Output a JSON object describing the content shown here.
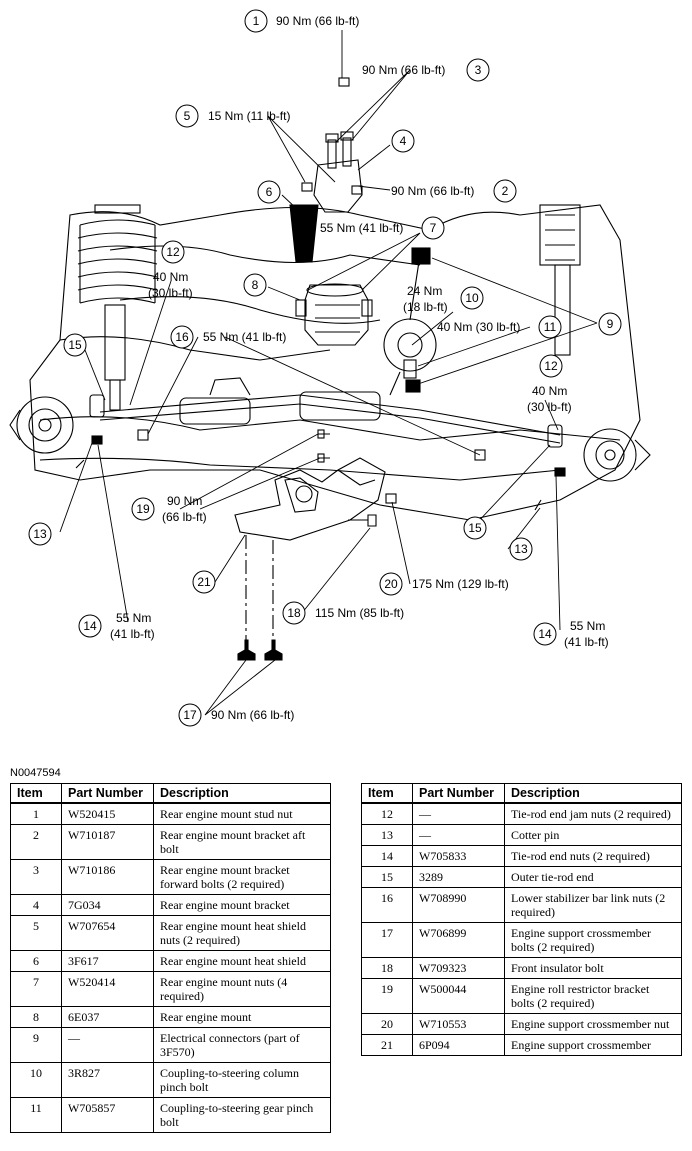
{
  "figure_id": "N0047594",
  "callouts": [
    {
      "num": "1",
      "text": "90 Nm (66 lb-ft)"
    },
    {
      "num": "3",
      "text": "90 Nm (66 lb-ft)"
    },
    {
      "num": "5",
      "text": "15 Nm (11 lb-ft)"
    },
    {
      "num": "4",
      "text": ""
    },
    {
      "num": "6",
      "text": ""
    },
    {
      "num": "2",
      "text": "90 Nm (66 lb-ft)"
    },
    {
      "num": "7",
      "text": "55 Nm (41 lb-ft)"
    },
    {
      "num": "12",
      "text": "40 Nm",
      "text2": "(30 lb-ft)"
    },
    {
      "num": "8",
      "text": ""
    },
    {
      "num": "10",
      "text": "24 Nm",
      "text2": "(18 lb-ft)"
    },
    {
      "num": "9",
      "text": ""
    },
    {
      "num": "16",
      "text": "55 Nm (41 lb-ft)"
    },
    {
      "num": "11",
      "text": "40 Nm (30 lb-ft)"
    },
    {
      "num": "15",
      "text": ""
    },
    {
      "num": "12b",
      "label": "12",
      "text": "40 Nm",
      "text2": "(30 lb-ft)"
    },
    {
      "num": "19",
      "text": "90 Nm",
      "text2": "(66 lb-ft)"
    },
    {
      "num": "13",
      "text": ""
    },
    {
      "num": "15b",
      "label": "15",
      "text": ""
    },
    {
      "num": "13b",
      "label": "13",
      "text": ""
    },
    {
      "num": "21",
      "text": ""
    },
    {
      "num": "20",
      "text": "175 Nm (129 lb-ft)"
    },
    {
      "num": "18",
      "text": "115 Nm (85 lb-ft)"
    },
    {
      "num": "14",
      "text": "55 Nm",
      "text2": "(41 lb-ft)"
    },
    {
      "num": "14b",
      "label": "14",
      "text": "55 Nm",
      "text2": "(41 lb-ft)"
    },
    {
      "num": "17",
      "text": "90 Nm (66 lb-ft)"
    }
  ],
  "table": {
    "headers": [
      "Item",
      "Part Number",
      "Description"
    ],
    "left_rows": [
      [
        "1",
        "W520415",
        "Rear engine mount stud nut"
      ],
      [
        "2",
        "W710187",
        "Rear engine mount bracket aft bolt"
      ],
      [
        "3",
        "W710186",
        "Rear engine mount bracket forward bolts (2 required)"
      ],
      [
        "4",
        "7G034",
        "Rear engine mount bracket"
      ],
      [
        "5",
        "W707654",
        "Rear engine mount heat shield nuts (2 required)"
      ],
      [
        "6",
        "3F617",
        "Rear engine mount heat shield"
      ],
      [
        "7",
        "W520414",
        "Rear engine mount nuts (4 required)"
      ],
      [
        "8",
        "6E037",
        "Rear engine mount"
      ],
      [
        "9",
        "—",
        "Electrical connectors (part of 3F570)"
      ],
      [
        "10",
        "3R827",
        "Coupling-to-steering column pinch bolt"
      ],
      [
        "11",
        "W705857",
        "Coupling-to-steering gear pinch bolt"
      ]
    ],
    "right_rows": [
      [
        "12",
        "—",
        "Tie-rod end jam nuts (2 required)"
      ],
      [
        "13",
        "—",
        "Cotter pin"
      ],
      [
        "14",
        "W705833",
        "Tie-rod end nuts (2 required)"
      ],
      [
        "15",
        "3289",
        "Outer tie-rod end"
      ],
      [
        "16",
        "W708990",
        "Lower stabilizer bar link nuts (2 required)"
      ],
      [
        "17",
        "W706899",
        "Engine support crossmember bolts (2 required)"
      ],
      [
        "18",
        "W709323",
        "Front insulator bolt"
      ],
      [
        "19",
        "W500044",
        "Engine roll restrictor bracket bolts (2 required)"
      ],
      [
        "20",
        "W710553",
        "Engine support crossmember nut"
      ],
      [
        "21",
        "6P094",
        "Engine support crossmember"
      ]
    ]
  }
}
